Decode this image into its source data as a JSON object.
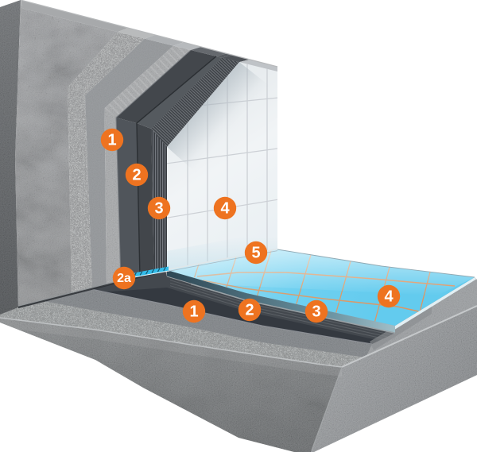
{
  "figure": {
    "description": "Isometric cutaway diagram of tiled wall and floor construction layers",
    "background": "#ffffff"
  },
  "markers": {
    "wall": [
      {
        "label": "1"
      },
      {
        "label": "2"
      },
      {
        "label": "3"
      },
      {
        "label": "4"
      }
    ],
    "junction": {
      "label": "5"
    },
    "corner_tape": {
      "label": "2a"
    },
    "floor": [
      {
        "label": "1"
      },
      {
        "label": "2"
      },
      {
        "label": "3"
      },
      {
        "label": "4"
      }
    ]
  },
  "colors": {
    "badge": "#ee7320",
    "badge_text": "#ffffff",
    "wall_tile": "#eff2f4",
    "wall_grout": "#c7cbd0",
    "floor_tile": "#5ac8ec",
    "floor_grout": "#dd9b6c",
    "sealing_tape": "#2fb9e8",
    "membrane_dark": "#42464b",
    "concrete_gray": "#909294",
    "background": "#ffffff"
  }
}
